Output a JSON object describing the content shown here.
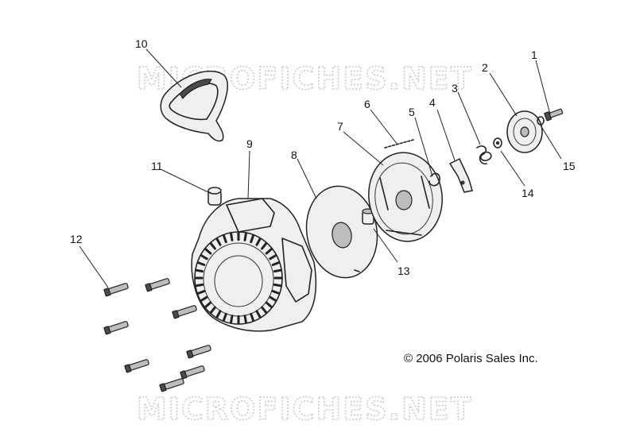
{
  "watermark": {
    "text": "MICROFICHES.NET"
  },
  "copyright": {
    "text": "© 2006 Polaris Sales Inc."
  },
  "callouts": [
    "1",
    "2",
    "3",
    "4",
    "5",
    "6",
    "7",
    "8",
    "9",
    "10",
    "11",
    "12",
    "13",
    "14",
    "15"
  ]
}
